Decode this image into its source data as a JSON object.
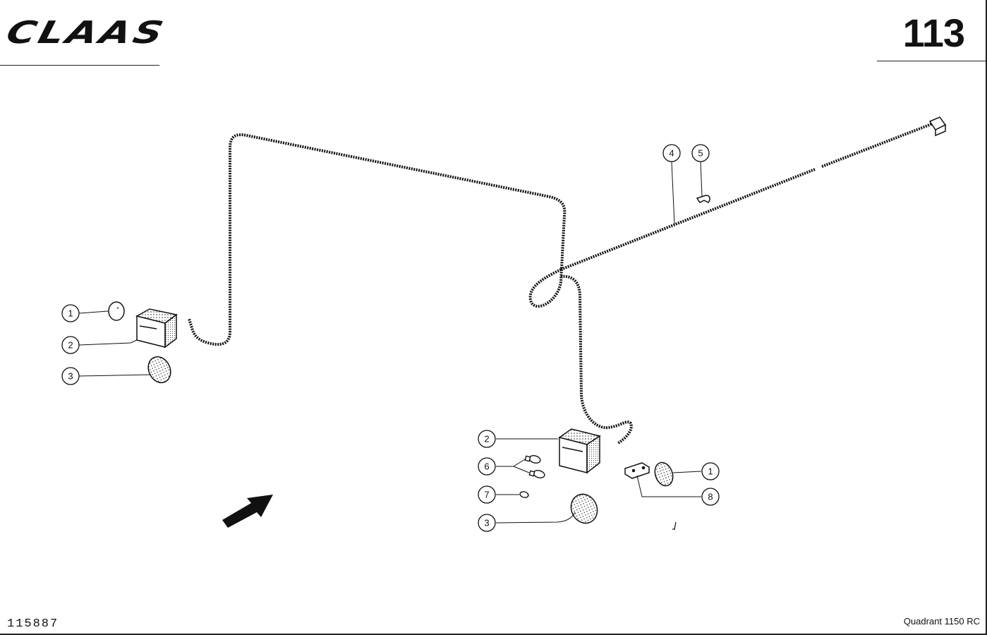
{
  "header": {
    "logo_text": "CLAAS",
    "page_number": "113"
  },
  "footer": {
    "drawing_number": "115887",
    "model_name": "Quadrant 1150 RC"
  },
  "callouts": [
    {
      "id": "callout-1-left",
      "label": "1"
    },
    {
      "id": "callout-2-left",
      "label": "2"
    },
    {
      "id": "callout-3-left",
      "label": "3"
    },
    {
      "id": "callout-4",
      "label": "4"
    },
    {
      "id": "callout-5",
      "label": "5"
    },
    {
      "id": "callout-2-right",
      "label": "2"
    },
    {
      "id": "callout-6",
      "label": "6"
    },
    {
      "id": "callout-7",
      "label": "7"
    },
    {
      "id": "callout-3-right",
      "label": "3"
    },
    {
      "id": "callout-1-right",
      "label": "1"
    },
    {
      "id": "callout-8",
      "label": "8"
    }
  ],
  "icons": {
    "direction_arrow": "travel-direction-arrow-icon",
    "lamp_housing": "lamp-housing-icon",
    "lens": "lamp-lens-icon",
    "reflector": "reflector-icon",
    "bulb": "bulb-icon",
    "clip": "cable-clip-icon",
    "bracket": "bracket-icon",
    "connector": "plug-connector-icon"
  },
  "colors": {
    "ink": "#111111",
    "paper": "#ffffff"
  }
}
